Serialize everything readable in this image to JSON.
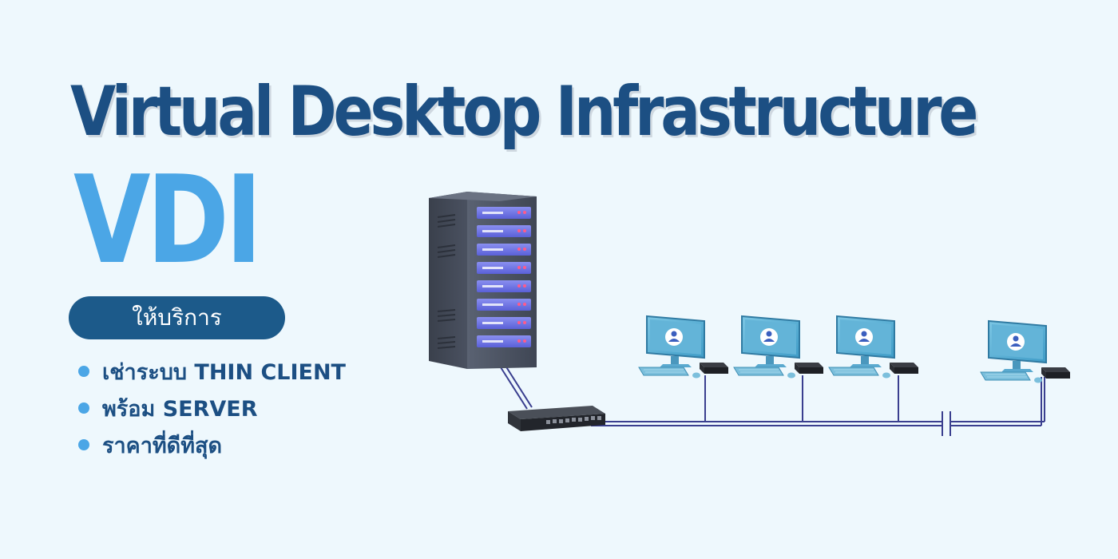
{
  "banner": {
    "title": "Virtual Desktop Infrastructure",
    "acronym": "VDI",
    "service_pill": "ให้บริการ",
    "features": [
      "เช่าระบบ THIN CLIENT",
      "พร้อม SERVER",
      "ราคาที่ดีที่สุด"
    ]
  },
  "colors": {
    "background": "#eef8fd",
    "title": "#1c4f83",
    "acronym": "#4ba6e6",
    "pill": "#1c5a8a",
    "bullet": "#4ba6e6",
    "server_body": "#4c5463",
    "drive_bay": "#6d72e6",
    "monitor": "#5fb3d6",
    "cable": "#3a3f8f"
  },
  "illustration": {
    "icons": [
      "server-tower-icon",
      "network-switch-icon",
      "thin-client-computer-icon",
      "user-icon"
    ],
    "client_count": 4
  }
}
